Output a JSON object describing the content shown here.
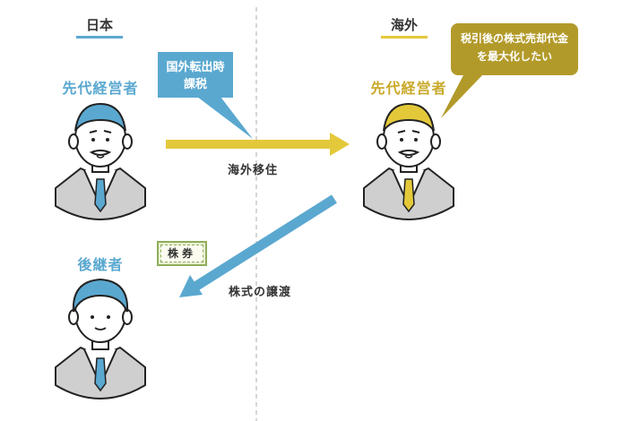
{
  "regions": {
    "left": "日本",
    "right": "海外"
  },
  "people": {
    "predecessor_japan": "先代経営者",
    "predecessor_overseas": "先代経営者",
    "successor": "後継者"
  },
  "callouts": {
    "exit_tax": "国外転出時課税",
    "goal": "税引後の株式売却代金を最大化したい"
  },
  "arrows": {
    "relocation": "海外移住",
    "share_transfer": "株式の譲渡"
  },
  "certificate": "株券",
  "colors": {
    "blue": "#5aa8d0",
    "gold": "#e3c93a",
    "dark_gold": "#b29a2a",
    "divider": "#bbbbbb"
  }
}
